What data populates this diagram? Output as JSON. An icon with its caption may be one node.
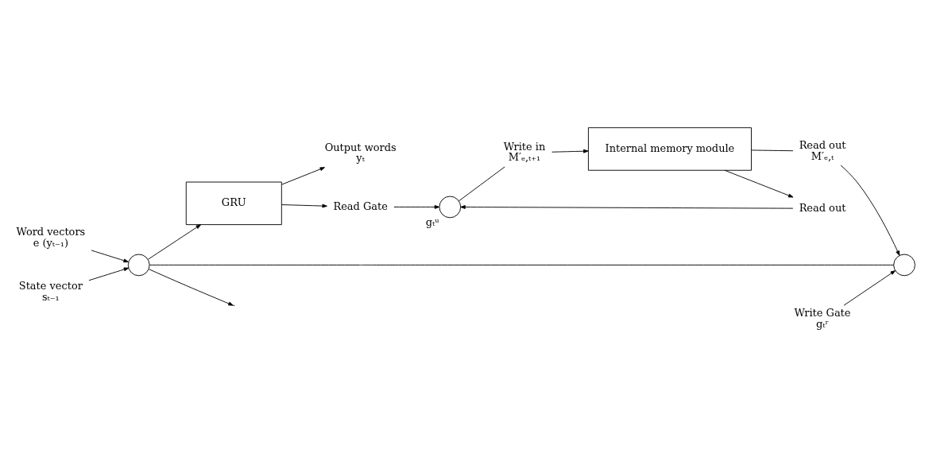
{
  "diagram": {
    "nodes": [
      {
        "text": [
          "Word vectors",
          "e (yₜ₋₁)"
        ]
      },
      {
        "text": [
          "State vector",
          "sₜ₋₁"
        ]
      },
      {
        "text": [],
        "shape": "circle"
      },
      {
        "text": [
          "GRU"
        ]
      },
      {
        "text": [
          "Output words",
          "yₜ"
        ]
      },
      {
        "text": [
          "Read Gate"
        ]
      },
      {
        "text": [],
        "shape": "circle",
        "beside": [
          "gₜᵘ"
        ]
      },
      {
        "text": [
          "Read out"
        ]
      },
      {
        "text": [
          "Internal memory module"
        ]
      },
      {
        "text": [
          "Write in",
          "M′ₑ,ₜ₊₁"
        ]
      },
      {
        "text": [
          "Write Gate",
          "gₜʳ"
        ]
      },
      {
        "text": [],
        "shape": "circle"
      },
      {
        "text": [
          "Read out",
          "M′ₑ,ₜ"
        ]
      }
    ],
    "edges": [
      {
        "from": 0,
        "to": 2,
        "arrow": "to"
      },
      {
        "from": 1,
        "to": 2,
        "arrow": "to"
      },
      {
        "from": 2,
        "to": 3,
        "arrow": "to"
      },
      {
        "from": 3,
        "to": 4,
        "arrow": "to"
      },
      {
        "from": 3,
        "to": 5,
        "arrow": "to"
      },
      {
        "from": 5,
        "to": 6,
        "arrow": "to"
      },
      {
        "from": 8,
        "to": 7,
        "arrow": "to"
      },
      {
        "from": 7,
        "to": 6,
        "arrow": "to"
      },
      {
        "from": 6,
        "to": 9,
        "arrow": "none"
      },
      {
        "from": 9,
        "to": 8,
        "arrow": "to"
      },
      {
        "from": 8,
        "to": 12,
        "arrow": "none"
      },
      {
        "from": 12,
        "to": 11,
        "arrow": "to"
      },
      {
        "from": 10,
        "to": 11,
        "arrow": "to"
      },
      {
        "from": 2,
        "to": 11,
        "arrow": "none"
      },
      {
        "from": 2,
        "to": null,
        "arrow": "to"
      }
    ]
  }
}
